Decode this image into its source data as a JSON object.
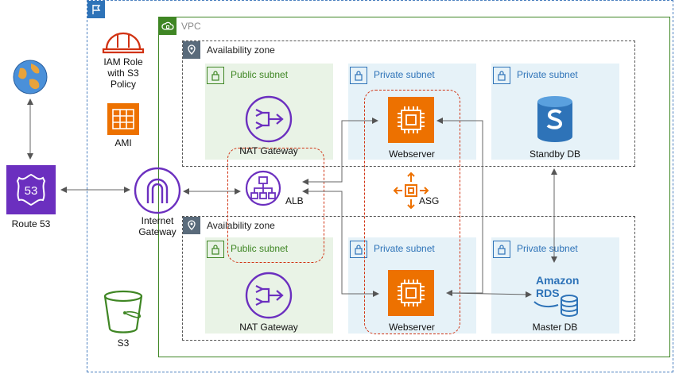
{
  "vpc": {
    "label": "VPC"
  },
  "az": [
    {
      "label": "Availability zone"
    },
    {
      "label": "Availability zone"
    }
  ],
  "subnets": [
    {
      "label": "Public subnet"
    },
    {
      "label": "Private subnet"
    },
    {
      "label": "Private subnet"
    },
    {
      "label": "Public subnet"
    },
    {
      "label": "Private subnet"
    },
    {
      "label": "Private subnet"
    }
  ],
  "nodes": {
    "iam": "IAM Role\nwith S3\nPolicy",
    "ami": "AMI",
    "route53": "Route 53",
    "igw": "Internet\nGateway",
    "s3": "S3",
    "nat_top": "NAT Gateway",
    "nat_bottom": "NAT Gateway",
    "alb": "ALB",
    "asg": "ASG",
    "web_top": "Webserver",
    "web_bottom": "Webserver",
    "standby": "Standby DB",
    "master": "Master DB",
    "rds_text_1": "Amazon",
    "rds_text_2": "RDS",
    "r53_number": "53"
  },
  "colors": {
    "vpc_border": "#3f8624",
    "public_fill": "#e9f3e6",
    "private_fill": "#e6f2f8",
    "purple": "#6b2fbf",
    "orange": "#ed7100",
    "red": "#d13212",
    "blue_db": "#2e73b8",
    "green": "#3f8624"
  }
}
